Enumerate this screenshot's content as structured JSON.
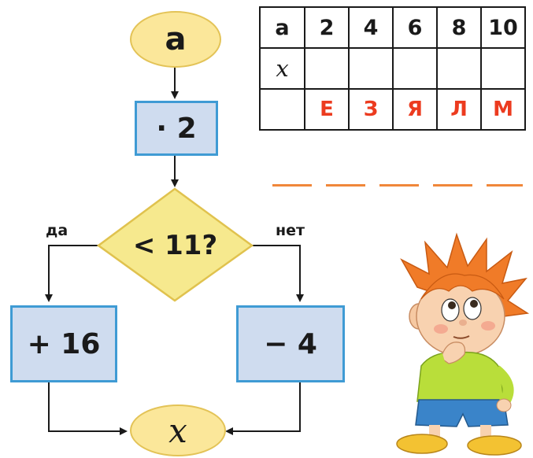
{
  "flowchart": {
    "start": "а",
    "multiply": "· 2",
    "condition": "< 11?",
    "yes_label": "да",
    "no_label": "нет",
    "add": "+ 16",
    "subtract": "− 4",
    "end": "x"
  },
  "table": {
    "row_a": [
      "а",
      "2",
      "4",
      "6",
      "8",
      "10"
    ],
    "row_x": [
      "x",
      "",
      "",
      "",
      "",
      ""
    ],
    "row_letters": [
      "",
      "Е",
      "З",
      "Я",
      "Л",
      "М"
    ]
  },
  "answer_blanks": 5,
  "illustration": "thinking-boy-icon",
  "colors": {
    "oval_fill": "#fbe79a",
    "box_fill": "#cfdcef",
    "box_border": "#3f9bd4",
    "diamond_fill": "#f6e98e",
    "letter_red": "#ec3b1f",
    "blank_orange": "#f0873a"
  }
}
